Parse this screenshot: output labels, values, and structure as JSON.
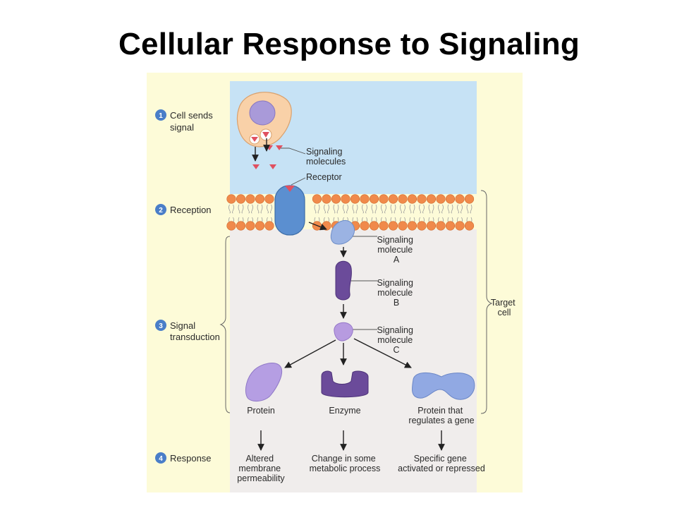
{
  "title": "Cellular Response to Signaling",
  "steps": [
    {
      "number": "1",
      "lines": [
        "Cell sends",
        "signal"
      ]
    },
    {
      "number": "2",
      "lines": [
        "Reception"
      ]
    },
    {
      "number": "3",
      "lines": [
        "Signal",
        "transduction"
      ]
    },
    {
      "number": "4",
      "lines": [
        "Response"
      ]
    }
  ],
  "labels": {
    "signaling_molecules": [
      "Signaling",
      "molecules"
    ],
    "receptor": "Receptor",
    "molecule_a": [
      "Signaling",
      "molecule",
      "A"
    ],
    "molecule_b": [
      "Signaling",
      "molecule",
      "B"
    ],
    "molecule_c": [
      "Signaling",
      "molecule",
      "C"
    ],
    "target_cell": [
      "Target",
      "cell"
    ]
  },
  "products": [
    {
      "label": [
        "Protein"
      ],
      "response": [
        "Altered",
        "membrane",
        "permeability"
      ]
    },
    {
      "label": [
        "Enzyme"
      ],
      "response": [
        "Change in some",
        "metabolic process"
      ]
    },
    {
      "label": [
        "Protein that",
        "regulates a gene"
      ],
      "response": [
        "Specific gene",
        "activated or repressed"
      ]
    }
  ],
  "colors": {
    "panel": "#fdfbd8",
    "extracellular": "#c6e2f5",
    "cytoplasm": "#f0edec",
    "step_badge": "#4a7ec8",
    "lipid_head": "#f08a4b",
    "receptor": "#5b8fd0",
    "signal": "#e05060"
  }
}
